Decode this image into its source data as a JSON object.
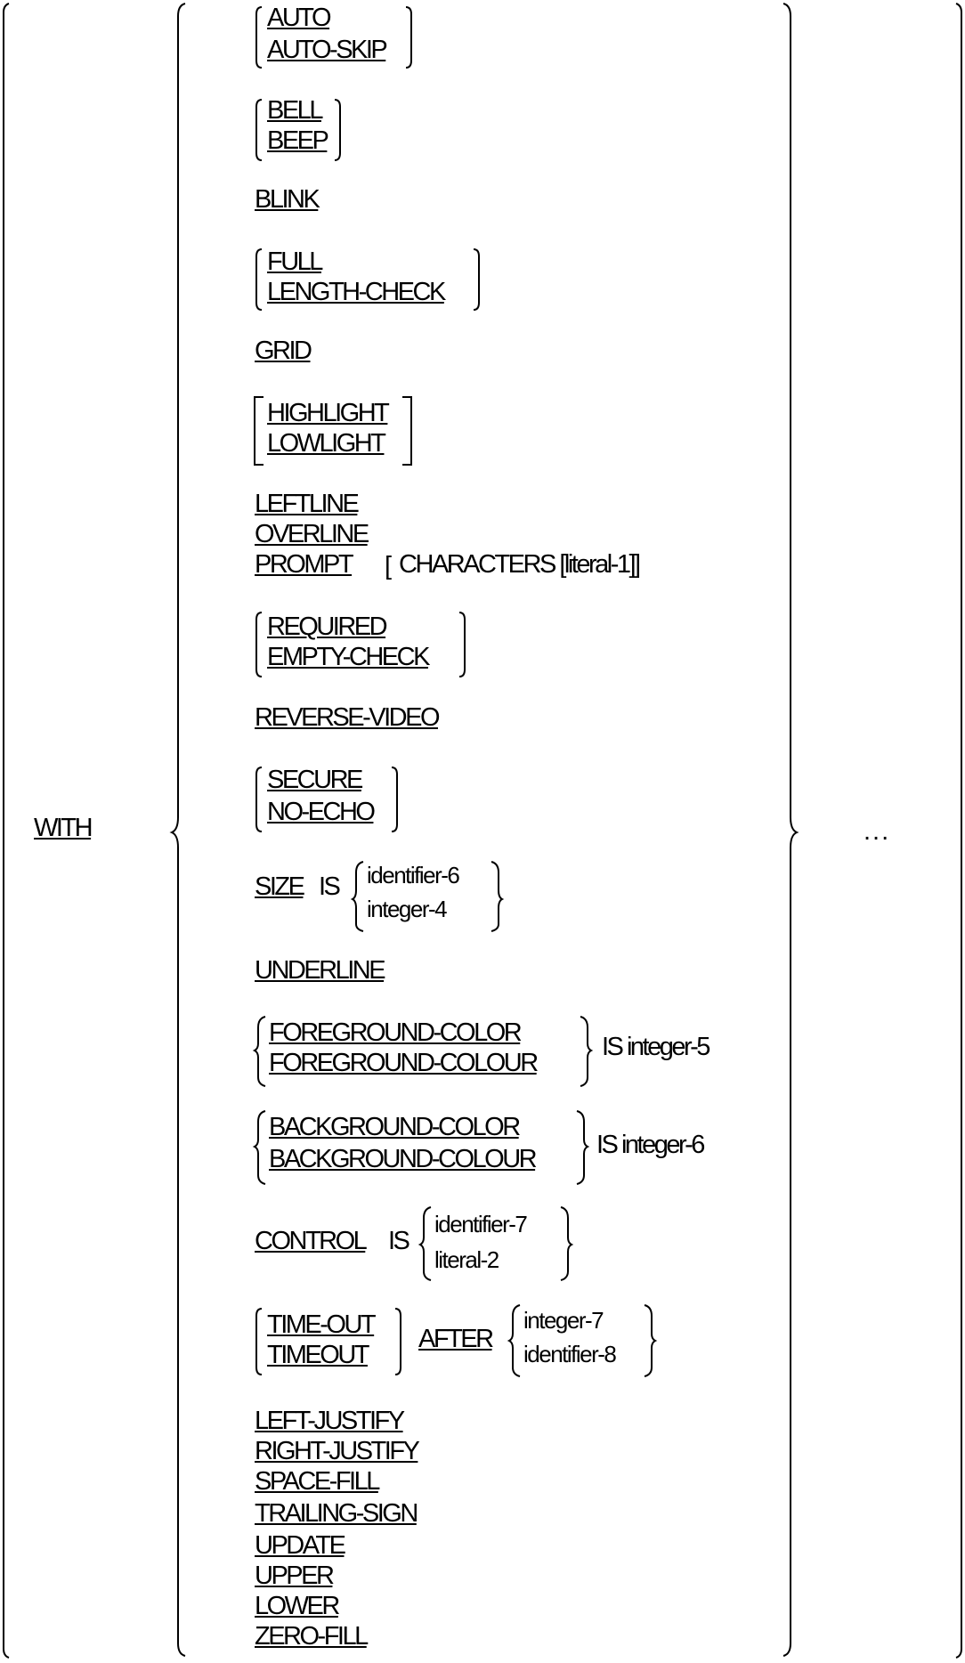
{
  "with_keyword": "WITH",
  "ellipsis": "...",
  "clauses": {
    "auto": [
      "AUTO",
      "AUTO-SKIP"
    ],
    "bell": [
      "BELL",
      "BEEP"
    ],
    "blink": "BLINK",
    "full": [
      "FULL",
      "LENGTH-CHECK"
    ],
    "grid": "GRID",
    "highlight": [
      "HIGHLIGHT",
      "LOWLIGHT"
    ],
    "leftline": "LEFTLINE",
    "overline": "OVERLINE",
    "prompt": "PROMPT",
    "prompt_tail": "CHARACTERS [literal-1]]",
    "prompt_open": "[",
    "required": [
      "REQUIRED",
      "EMPTY-CHECK"
    ],
    "reverse_video": "REVERSE-VIDEO",
    "secure": [
      "SECURE",
      "NO-ECHO"
    ],
    "size": "SIZE",
    "size_is": "IS",
    "size_options": [
      "identifier-6",
      "integer-4"
    ],
    "underline": "UNDERLINE",
    "foreground": [
      "FOREGROUND-COLOR",
      "FOREGROUND-COLOUR"
    ],
    "foreground_tail": "IS integer-5",
    "background": [
      "BACKGROUND-COLOR",
      "BACKGROUND-COLOUR"
    ],
    "background_tail": "IS integer-6",
    "control": "CONTROL",
    "control_is": "IS",
    "control_options": [
      "identifier-7",
      "literal-2"
    ],
    "timeout": [
      "TIME-OUT",
      "TIMEOUT"
    ],
    "after": "AFTER",
    "after_options": [
      "integer-7",
      "identifier-8"
    ],
    "justify_list": [
      "LEFT-JUSTIFY",
      "RIGHT-JUSTIFY",
      "SPACE-FILL",
      "TRAILING-SIGN",
      "UPDATE",
      "UPPER",
      "LOWER",
      "ZERO-FILL"
    ]
  }
}
